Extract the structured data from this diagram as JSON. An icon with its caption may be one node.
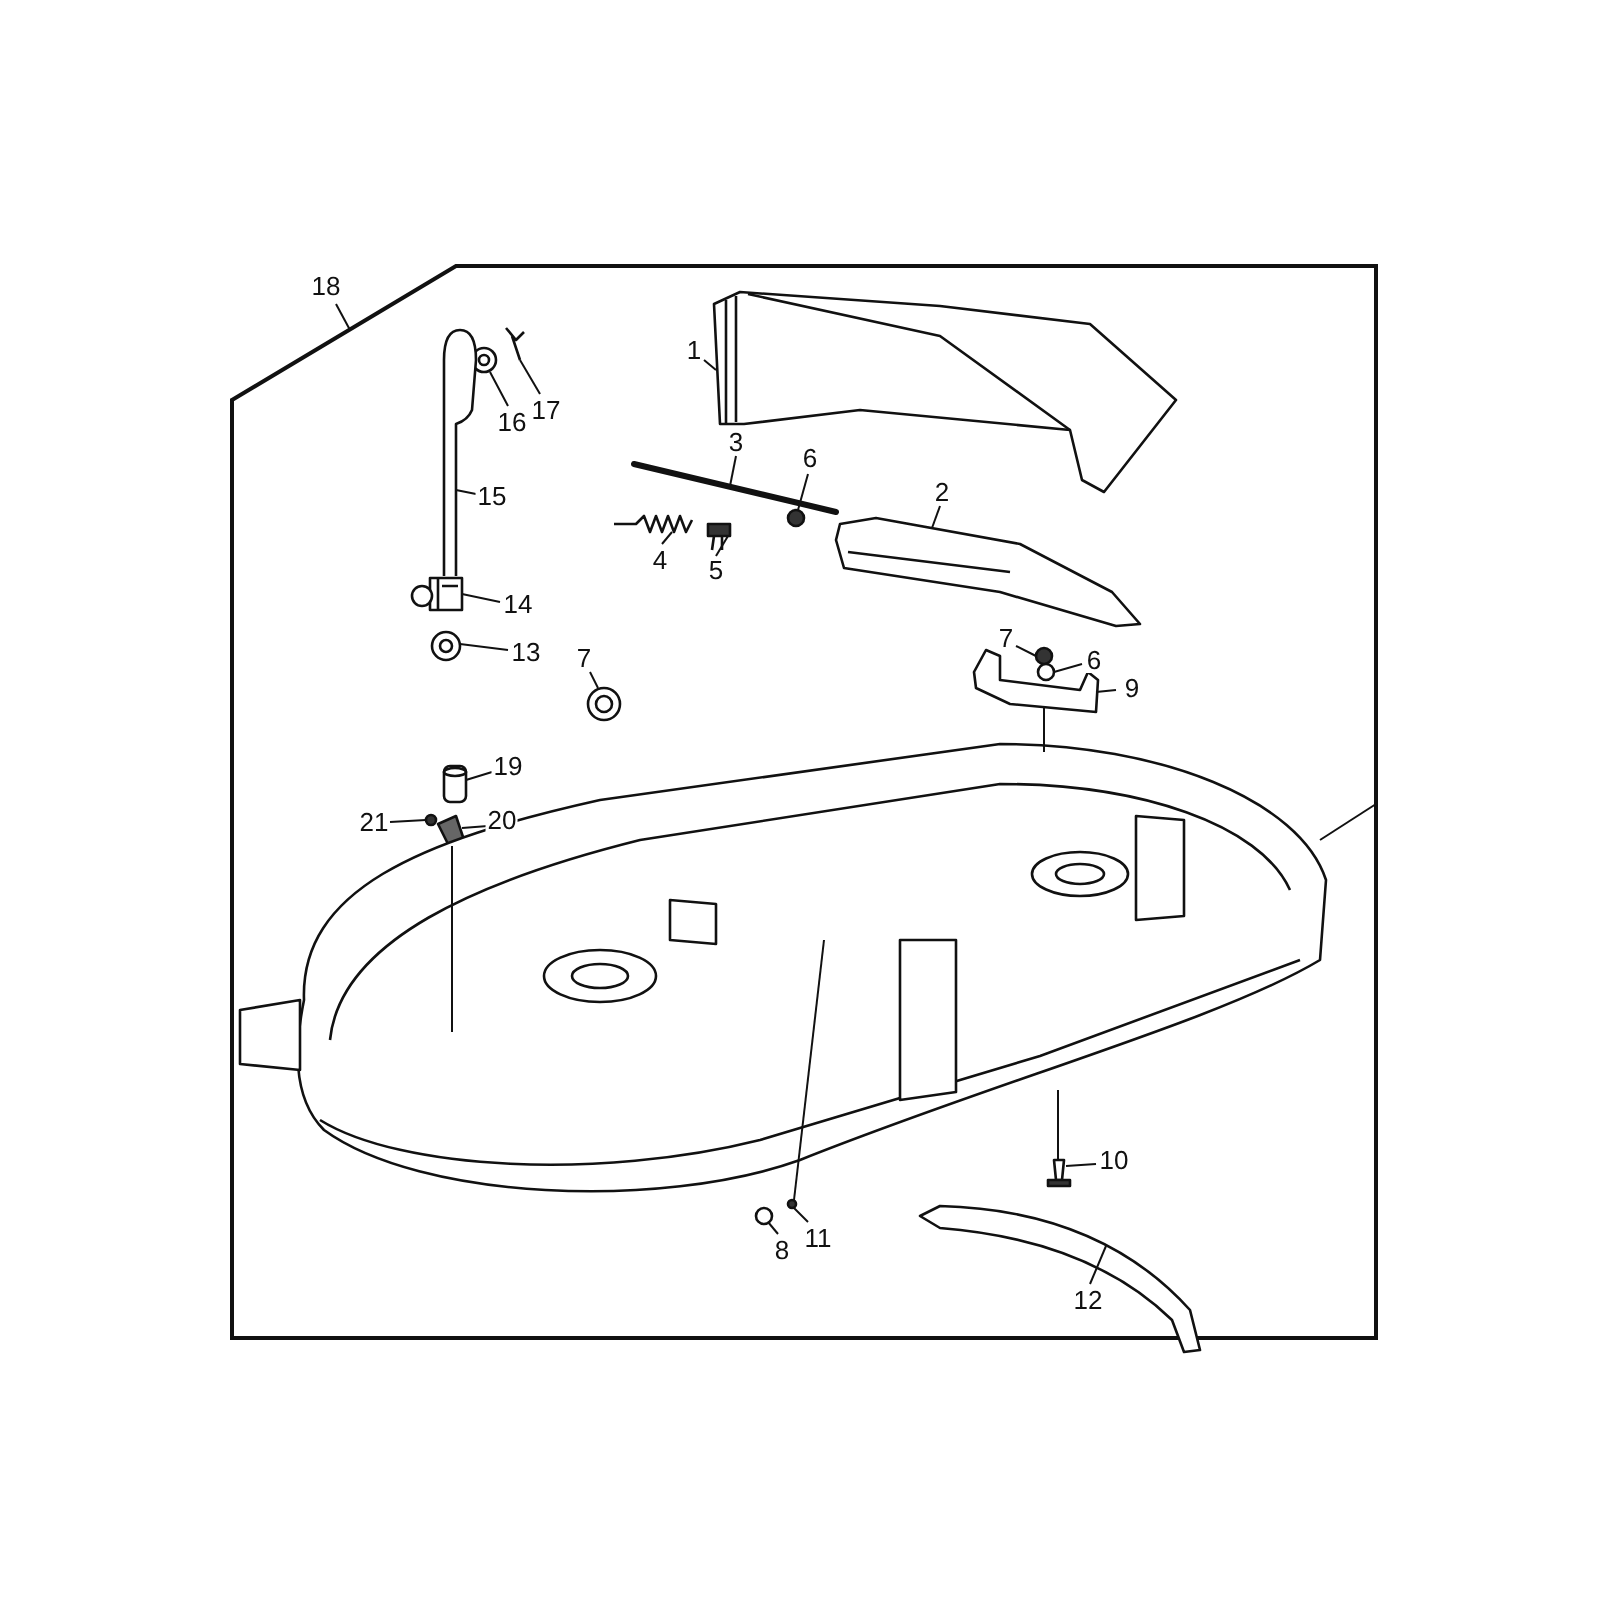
{
  "diagram": {
    "nodes": [
      {
        "text": [
          "18"
        ]
      },
      {
        "text": [
          "1"
        ],
        "in": 23
      },
      {
        "text": [
          "3"
        ],
        "in": 23
      },
      {
        "text": [
          "6"
        ],
        "in": 23
      },
      {
        "text": [
          "2"
        ],
        "in": 23
      },
      {
        "text": [
          "17"
        ],
        "in": 23
      },
      {
        "text": [
          "16"
        ],
        "in": 23
      },
      {
        "text": [
          "4"
        ],
        "in": 23
      },
      {
        "text": [
          "5"
        ],
        "in": 23
      },
      {
        "text": [
          "15"
        ],
        "in": 23
      },
      {
        "text": [
          "14"
        ],
        "in": 23
      },
      {
        "text": [
          "13"
        ],
        "in": 23
      },
      {
        "text": [
          "7"
        ],
        "in": 23
      },
      {
        "text": [
          "7"
        ],
        "in": 23
      },
      {
        "text": [
          "6"
        ],
        "in": 23
      },
      {
        "text": [
          "9"
        ],
        "in": 23
      },
      {
        "text": [
          "19"
        ],
        "in": 23
      },
      {
        "text": [
          "21"
        ],
        "in": 23
      },
      {
        "text": [
          "20"
        ],
        "in": 23
      },
      {
        "text": [
          "10"
        ],
        "in": 23
      },
      {
        "text": [
          "11"
        ],
        "in": 23
      },
      {
        "text": [
          "8"
        ],
        "in": 23
      },
      {
        "text": [
          "12"
        ],
        "in": 23
      },
      {
        "text": [],
        "shape": "box"
      },
      {
        "text": [],
        "shape": "picture",
        "in": 23
      },
      {
        "text": [],
        "shape": "picture",
        "in": 23
      },
      {
        "text": [],
        "shape": "circle",
        "in": 23
      },
      {
        "text": [],
        "shape": "picture",
        "in": 23
      },
      {
        "text": [],
        "shape": "picture",
        "in": 23
      },
      {
        "text": [],
        "shape": "picture",
        "in": 23
      },
      {
        "text": [],
        "shape": "picture",
        "in": 23
      },
      {
        "text": [],
        "shape": "picture",
        "in": 23
      },
      {
        "text": [],
        "shape": "picture",
        "in": 23
      },
      {
        "text": [],
        "shape": "picture",
        "in": 23
      },
      {
        "text": [],
        "shape": "picture",
        "in": 23
      },
      {
        "text": [],
        "shape": "picture",
        "in": 23
      },
      {
        "text": [],
        "shape": "circle",
        "in": 23
      },
      {
        "text": [],
        "shape": "circle",
        "in": 23
      },
      {
        "text": [],
        "shape": "picture",
        "in": 23
      },
      {
        "text": [],
        "shape": "cylinder",
        "in": 23
      },
      {
        "text": [],
        "shape": "circle",
        "in": 23
      },
      {
        "text": [],
        "shape": "picture",
        "in": 23
      },
      {
        "text": [],
        "shape": "picture",
        "in": 23
      },
      {
        "text": [],
        "shape": "circle",
        "in": 23
      },
      {
        "text": [],
        "shape": "circle",
        "in": 23
      },
      {
        "text": [],
        "shape": "picture",
        "in": 23
      },
      {
        "text": [],
        "shape": "picture",
        "in": 23
      }
    ],
    "edges": [
      {
        "from": 0,
        "to": 23,
        "arrow": "none"
      },
      {
        "from": 1,
        "to": 24,
        "arrow": "none"
      },
      {
        "from": 2,
        "to": 25,
        "arrow": "none"
      },
      {
        "from": 3,
        "to": 26,
        "arrow": "none"
      },
      {
        "from": 4,
        "to": 27,
        "arrow": "none"
      },
      {
        "from": 5,
        "to": 28,
        "arrow": "none"
      },
      {
        "from": 6,
        "to": 29,
        "arrow": "none"
      },
      {
        "from": 7,
        "to": 30,
        "arrow": "none"
      },
      {
        "from": 8,
        "to": 31,
        "arrow": "none"
      },
      {
        "from": 9,
        "to": 32,
        "arrow": "none"
      },
      {
        "from": 10,
        "to": 33,
        "arrow": "none"
      },
      {
        "from": 11,
        "to": 34,
        "arrow": "none"
      },
      {
        "from": 12,
        "to": 35,
        "arrow": "none"
      },
      {
        "from": 13,
        "to": 36,
        "arrow": "none"
      },
      {
        "from": 14,
        "to": 37,
        "arrow": "none"
      },
      {
        "from": 15,
        "to": 38,
        "arrow": "none"
      },
      {
        "from": 16,
        "to": 39,
        "arrow": "none"
      },
      {
        "from": 17,
        "to": 40,
        "arrow": "none"
      },
      {
        "from": 18,
        "to": 41,
        "arrow": "none"
      },
      {
        "from": 19,
        "to": 42,
        "arrow": "none"
      },
      {
        "from": 20,
        "to": 43,
        "arrow": "none"
      },
      {
        "from": 21,
        "to": 44,
        "arrow": "none"
      },
      {
        "from": 22,
        "to": 45,
        "arrow": "none"
      },
      {
        "from": 23,
        "to": 46,
        "arrow": "none"
      },
      {
        "from": 38,
        "to": 46,
        "arrow": "none"
      },
      {
        "from": 41,
        "to": 46,
        "arrow": "none"
      },
      {
        "from": 46,
        "to": 43,
        "arrow": "none"
      },
      {
        "from": 46,
        "to": 42,
        "arrow": "none"
      }
    ]
  }
}
